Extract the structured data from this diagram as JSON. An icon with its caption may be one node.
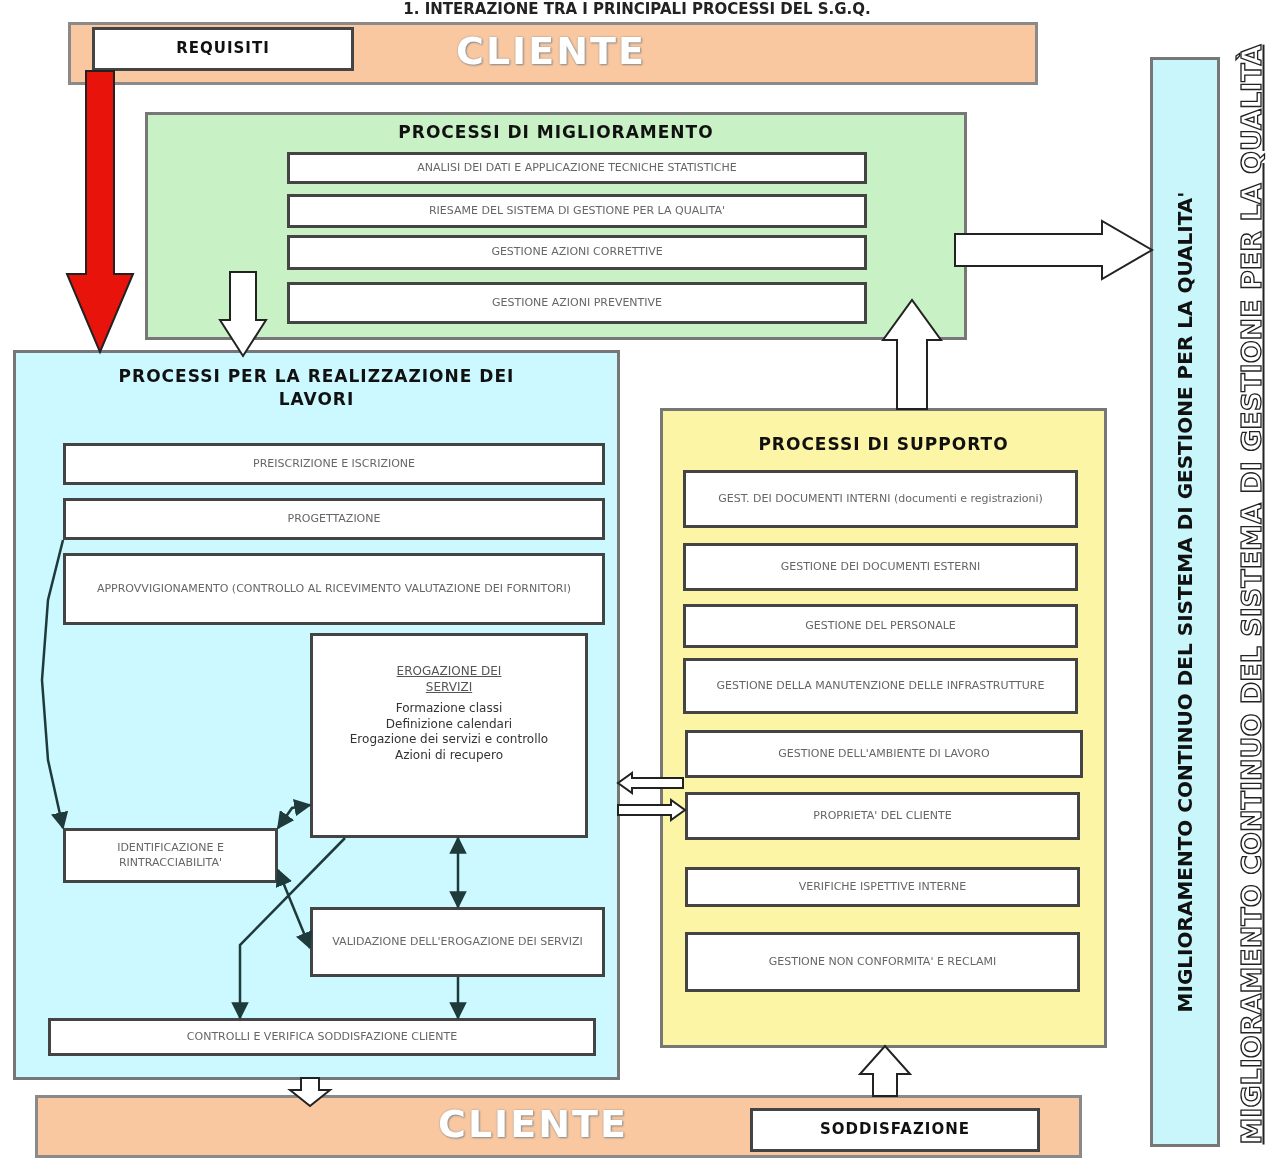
{
  "diagram": {
    "title": "1. INTERAZIONE TRA I PRINCIPALI PROCESSI DEL S.G.Q.",
    "nodes": [
      {
        "text": [
          "CLIENTE"
        ]
      },
      {
        "text": [
          "REQUISITI"
        ],
        "in": 0
      },
      {
        "text": [
          "PROCESSI DI MIGLIORAMENTO"
        ]
      },
      {
        "text": [
          "ANALISI DEI DATI E APPLICAZIONE TECNICHE STATISTICHE"
        ],
        "in": 2
      },
      {
        "text": [
          "RIESAME DEL SISTEMA DI GESTIONE PER LA QUALITA'"
        ],
        "in": 2
      },
      {
        "text": [
          "GESTIONE AZIONI CORRETTIVE"
        ],
        "in": 2
      },
      {
        "text": [
          "GESTIONE AZIONI PREVENTIVE"
        ],
        "in": 2
      },
      {
        "text": [
          "PROCESSI PER LA REALIZZAZIONE DEI LAVORI"
        ]
      },
      {
        "text": [
          "PREISCRIZIONE E ISCRIZIONE"
        ],
        "in": 7
      },
      {
        "text": [
          "PROGETTAZIONE"
        ],
        "in": 7
      },
      {
        "text": [
          "APPROVVIGIONAMENTO (CONTROLLO AL RICEVIMENTO VALUTAZIONE DEI FORNITORI)"
        ],
        "in": 7
      },
      {
        "text": [
          "EROGAZIONE DEI SERVIZI",
          "Formazione classi",
          "Definizione calendari",
          "Erogazione dei servizi e controllo",
          "Azioni di recupero"
        ],
        "in": 7
      },
      {
        "text": [
          "IDENTIFICAZIONE E RINTRACCIABILITA'"
        ],
        "in": 7
      },
      {
        "text": [
          "VALIDAZIONE DELL'EROGAZIONE DEI SERVIZI"
        ],
        "in": 7
      },
      {
        "text": [
          "CONTROLLI E VERIFICA SODDISFAZIONE CLIENTE"
        ],
        "in": 7
      },
      {
        "text": [
          "PROCESSI DI SUPPORTO"
        ]
      },
      {
        "text": [
          "GEST. DEI DOCUMENTI INTERNI (documenti e registrazioni)"
        ],
        "in": 15
      },
      {
        "text": [
          "GESTIONE DEI DOCUMENTI ESTERNI"
        ],
        "in": 15
      },
      {
        "text": [
          "GESTIONE DEL PERSONALE"
        ],
        "in": 15
      },
      {
        "text": [
          "GESTIONE DELLA MANUTENZIONE DELLE INFRASTRUTTURE"
        ],
        "in": 15
      },
      {
        "text": [
          "GESTIONE DELL'AMBIENTE DI LAVORO"
        ],
        "in": 15
      },
      {
        "text": [
          "PROPRIETA' DEL CLIENTE"
        ],
        "in": 15
      },
      {
        "text": [
          "VERIFICHE ISPETTIVE INTERNE"
        ],
        "in": 15
      },
      {
        "text": [
          "GESTIONE NON CONFORMITA' E RECLAMI"
        ],
        "in": 15
      },
      {
        "text": [
          "CLIENTE"
        ]
      },
      {
        "text": [
          "SODDISFAZIONE"
        ],
        "in": 24
      },
      {
        "text": [
          "MIGLIORAMENTO CONTINUO DEL SISTEMA DI GESTIONE PER LA QUALITA'"
        ],
        "beside": [
          "MIGLIORAMENTO CONTINUO DEL SISTEMA DI GESTIONE PER LA QUALITÀ"
        ]
      }
    ],
    "edges": [
      {
        "from": 1,
        "to": 7,
        "arrow": "to",
        "style": "thick",
        "color": "#e8140c"
      },
      {
        "from": 2,
        "to": 7,
        "arrow": "to",
        "style": "thick"
      },
      {
        "from": 2,
        "to": 26,
        "arrow": "to",
        "style": "thick"
      },
      {
        "from": 15,
        "to": 2,
        "arrow": "to",
        "style": "thick"
      },
      {
        "from": 24,
        "to": 15,
        "arrow": "to",
        "style": "thick"
      },
      {
        "from": 7,
        "to": 24,
        "arrow": "to",
        "style": "thick"
      },
      {
        "from": 15,
        "to": 7,
        "arrow": "to",
        "style": "thick"
      },
      {
        "from": 7,
        "to": 21,
        "arrow": "to",
        "style": "thick"
      },
      {
        "from": 9,
        "to": 12,
        "arrow": "to"
      },
      {
        "from": 12,
        "to": 11,
        "arrow": "both"
      },
      {
        "from": 12,
        "to": 13,
        "arrow": "both"
      },
      {
        "from": 11,
        "to": 14,
        "arrow": "to"
      },
      {
        "from": 11,
        "to": 13,
        "arrow": "both"
      },
      {
        "from": 13,
        "to": 14,
        "arrow": "to"
      }
    ]
  }
}
